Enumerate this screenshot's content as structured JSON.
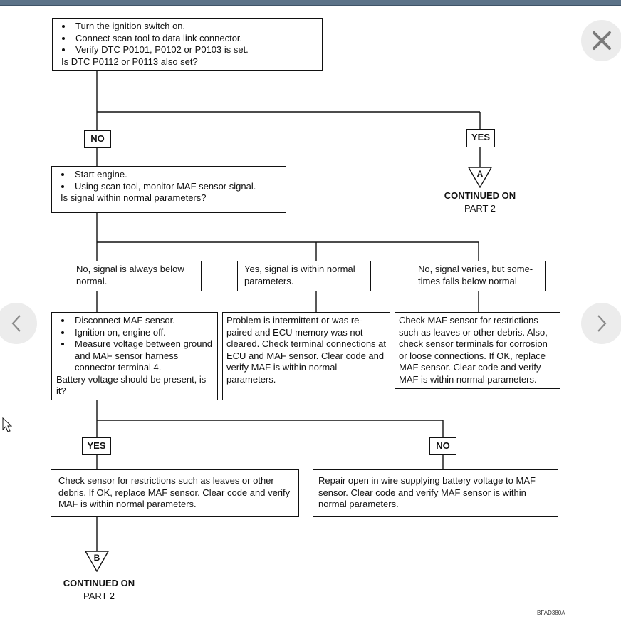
{
  "viewer": {
    "close_icon": "close-x-icon",
    "prev_icon": "chevron-left-icon",
    "next_icon": "chevron-right-icon",
    "cursor_icon": "arrow-cursor-icon"
  },
  "flowchart": {
    "start": {
      "bullets": [
        "Turn the ignition switch on.",
        "Connect scan tool to data link connector.",
        "Verify DTC P0101, P0102 or P0103 is set."
      ],
      "question": "Is DTC P0112 or P0113 also set?"
    },
    "no1": "NO",
    "yes1": "YES",
    "marker_a": "A",
    "continued_a": {
      "line1": "CONTINUED ON",
      "line2": "PART 2"
    },
    "step2": {
      "bullets": [
        "Start engine.",
        "Using scan tool, monitor MAF sensor signal."
      ],
      "question": "Is signal within normal parameters?"
    },
    "branch_below": "No, signal is always below normal.",
    "branch_within": "Yes, signal is within normal parameters.",
    "branch_varies": "No, signal varies, but some-times falls below normal",
    "action_below": {
      "bullets": [
        "Disconnect MAF sensor.",
        "Ignition on, engine off.",
        "Measure voltage between ground and MAF sensor harness connector terminal 4."
      ],
      "question": "Battery voltage should be present, is it?"
    },
    "action_within": "Problem is intermittent or was re-paired and ECU memory was not cleared. Check terminal connections at ECU and MAF sensor. Clear code and verify MAF is within normal parameters.",
    "action_varies": "Check MAF sensor for restrictions such as leaves or other debris. Also, check sensor terminals for corrosion or loose connections. If OK, replace MAF sensor. Clear code and verify MAF is within normal parameters.",
    "yes2": "YES",
    "no2": "NO",
    "result_yes": "Check sensor for restrictions such as leaves or other debris. If OK, replace MAF sensor. Clear code and verify MAF is within normal parameters.",
    "result_no": "Repair open in wire supplying battery voltage to MAF sensor. Clear code and verify MAF sensor is within normal parameters.",
    "marker_b": "B",
    "continued_b": {
      "line1": "CONTINUED ON",
      "line2": "PART 2"
    },
    "figure_id": "BFAD380A"
  }
}
